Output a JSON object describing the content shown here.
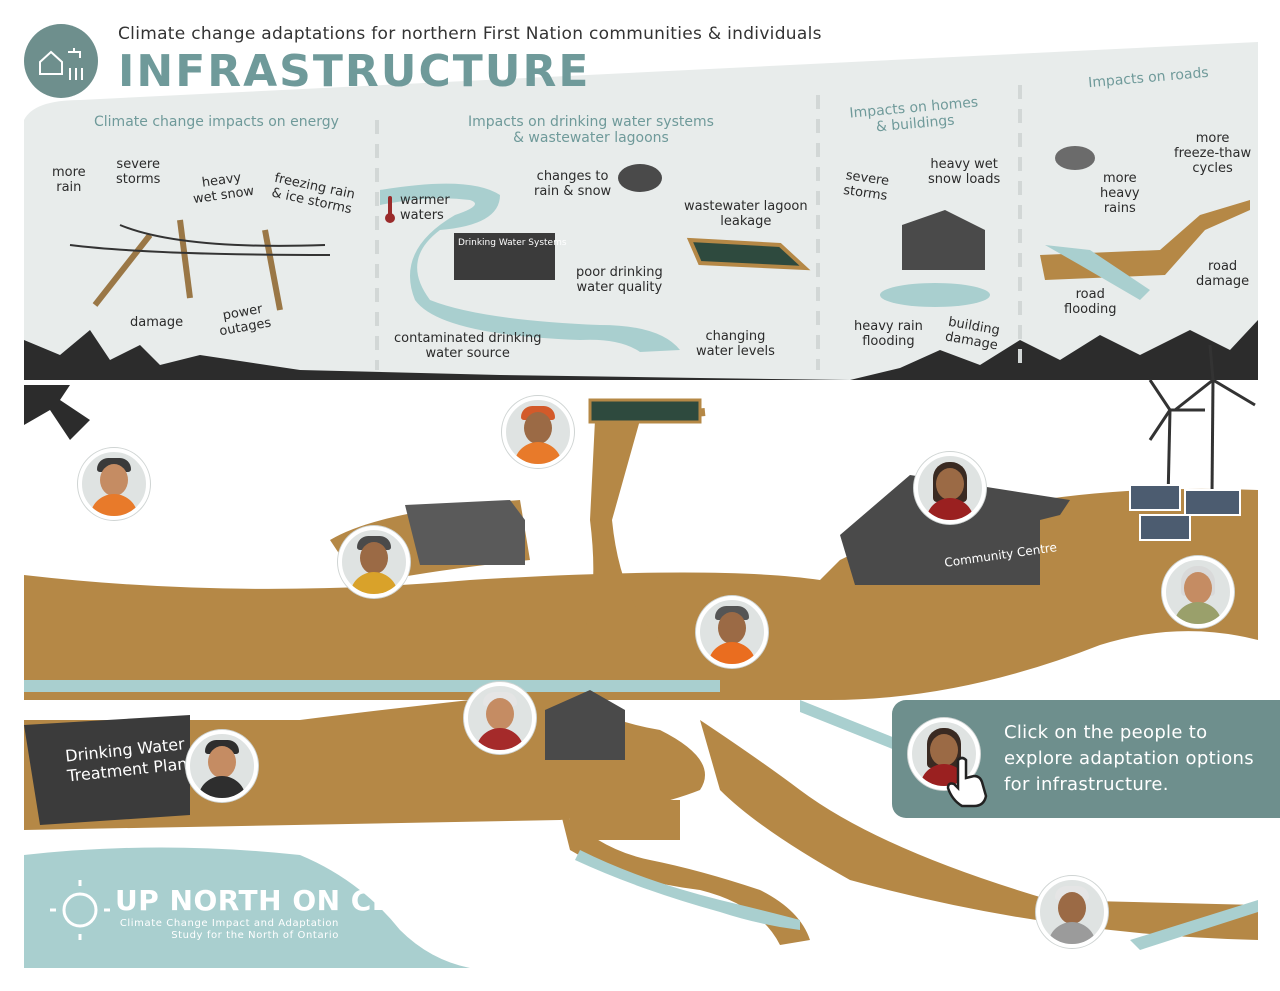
{
  "header": {
    "subtitle": "Climate change adaptations for northern First Nation communities & individuals",
    "title": "INFRASTRUCTURE"
  },
  "sections": {
    "energy": {
      "title": "Climate change impacts on energy",
      "labels": {
        "more_rain": "more\nrain",
        "severe_storms": "severe\nstorms",
        "heavy_wet_snow": "heavy\nwet snow",
        "freezing_rain": "freezing rain\n& ice storms",
        "damage": "damage",
        "power_outages": "power\noutages"
      }
    },
    "water": {
      "title": "Impacts on drinking water systems\n& wastewater lagoons",
      "labels": {
        "warmer_waters": "warmer\nwaters",
        "changes_rain_snow": "changes to\nrain & snow",
        "drinking_water_systems": "Drinking Water Systems",
        "poor_quality": "poor drinking\nwater quality",
        "lagoon_leakage": "wastewater lagoon\nleakage",
        "contaminated_source": "contaminated drinking\nwater source",
        "changing_levels": "changing\nwater levels"
      }
    },
    "homes": {
      "title": "Impacts on homes\n& buildings",
      "labels": {
        "severe_storms": "severe\nstorms",
        "heavy_snow_loads": "heavy wet\nsnow loads",
        "heavy_rain_flooding": "heavy rain\nflooding",
        "building_damage": "building\ndamage"
      }
    },
    "roads": {
      "title": "Impacts on roads",
      "labels": {
        "freeze_thaw": "more\nfreeze-thaw\ncycles",
        "heavy_rains": "more\nheavy\nrains",
        "road_flooding": "road\nflooding",
        "road_damage": "road\ndamage"
      }
    }
  },
  "scene": {
    "community_centre": "Community Centre",
    "treatment_plant": "Drinking Water\nTreatment Plant"
  },
  "info": {
    "text": "Click on the people to explore adaptation options for infrastructure."
  },
  "brand": {
    "name": "UP NORTH ON CLIMATE",
    "subtitle": "Climate Change Impact and Adaptation Study for the North of Ontario"
  },
  "colors": {
    "teal": "#6f9a9a",
    "ground": "#b58846",
    "water": "#a9cfcf",
    "panel": "#e8eceb",
    "dark": "#3c3c3c"
  }
}
